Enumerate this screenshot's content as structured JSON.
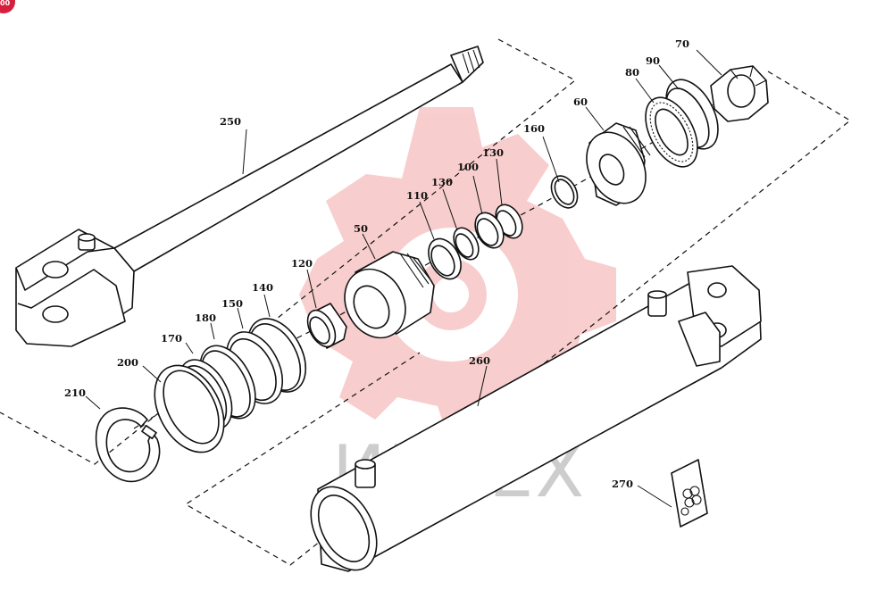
{
  "watermark": {
    "logo_text": "ИНТЕХ",
    "gear_color": "#f3a6a6",
    "text_color": "#b8b8b8"
  },
  "corner_badge": {
    "text": "00",
    "color": "#d61f3c"
  },
  "parts": [
    {
      "id": "250",
      "label": "250",
      "icon": "piston-rod"
    },
    {
      "id": "70",
      "label": "70",
      "icon": "nut"
    },
    {
      "id": "90",
      "label": "90",
      "icon": "seal-ring"
    },
    {
      "id": "80",
      "label": "80",
      "icon": "wear-ring"
    },
    {
      "id": "60",
      "label": "60",
      "icon": "gland"
    },
    {
      "id": "160",
      "label": "160",
      "icon": "o-ring"
    },
    {
      "id": "130a",
      "label": "130",
      "icon": "backup-ring"
    },
    {
      "id": "100",
      "label": "100",
      "icon": "seal-ring"
    },
    {
      "id": "130b",
      "label": "130",
      "icon": "backup-ring"
    },
    {
      "id": "110",
      "label": "110",
      "icon": "o-ring"
    },
    {
      "id": "50",
      "label": "50",
      "icon": "piston"
    },
    {
      "id": "120",
      "label": "120",
      "icon": "spacer"
    },
    {
      "id": "140",
      "label": "140",
      "icon": "o-ring"
    },
    {
      "id": "150",
      "label": "150",
      "icon": "backup-ring"
    },
    {
      "id": "180",
      "label": "180",
      "icon": "o-ring"
    },
    {
      "id": "170",
      "label": "170",
      "icon": "seal-ring"
    },
    {
      "id": "200",
      "label": "200",
      "icon": "head"
    },
    {
      "id": "210",
      "label": "210",
      "icon": "snap-ring"
    },
    {
      "id": "260",
      "label": "260",
      "icon": "cylinder-barrel"
    },
    {
      "id": "270",
      "label": "270",
      "icon": "seal-kit-bag"
    }
  ]
}
